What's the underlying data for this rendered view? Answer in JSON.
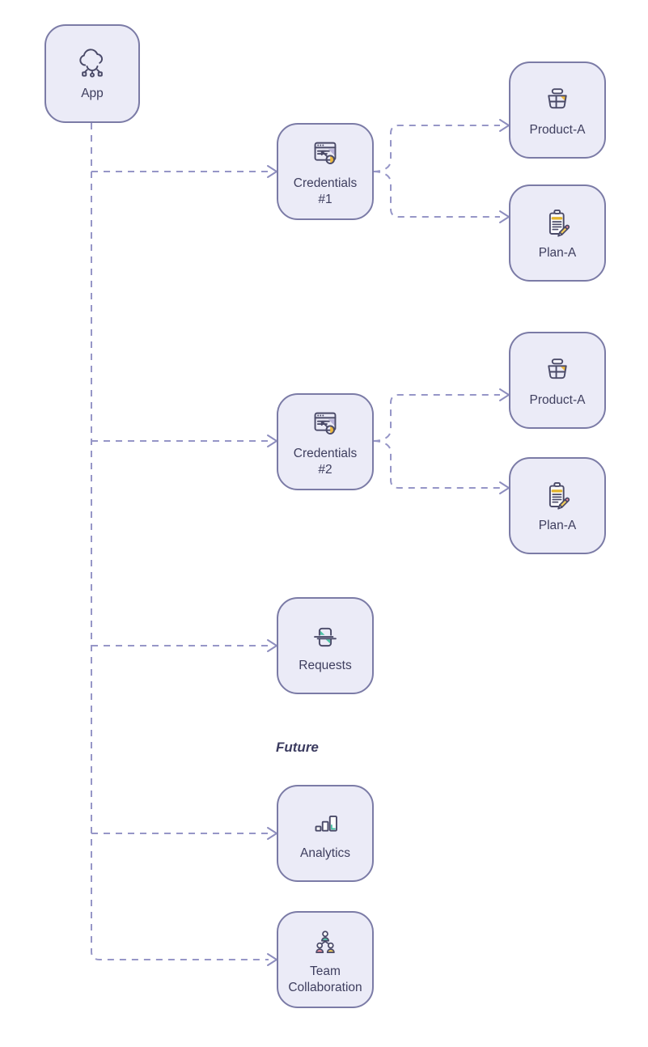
{
  "nodes": {
    "app": {
      "label": "App",
      "icon": "cloud-network-icon"
    },
    "credentials1": {
      "label": "Credentials #1",
      "icon": "browser-key-icon"
    },
    "productA1": {
      "label": "Product-A",
      "icon": "shopping-basket-icon"
    },
    "planA1": {
      "label": "Plan-A",
      "icon": "clipboard-pencil-icon"
    },
    "credentials2": {
      "label": "Credentials #2",
      "icon": "browser-key-icon"
    },
    "productA2": {
      "label": "Product-A",
      "icon": "shopping-basket-icon"
    },
    "planA2": {
      "label": "Plan-A",
      "icon": "clipboard-pencil-icon"
    },
    "requests": {
      "label": "Requests",
      "icon": "sync-exchange-icon"
    },
    "analytics": {
      "label": "Analytics",
      "icon": "bar-chart-icon"
    },
    "team": {
      "label": "Team Collaboration",
      "icon": "team-org-icon"
    }
  },
  "annotations": {
    "future_label": "Future"
  },
  "edges": [
    {
      "from": "App",
      "to": "Credentials #1",
      "style": "dashed-arrow"
    },
    {
      "from": "App",
      "to": "Credentials #2",
      "style": "dashed-arrow"
    },
    {
      "from": "App",
      "to": "Requests",
      "style": "dashed-arrow"
    },
    {
      "from": "App",
      "to": "Analytics",
      "style": "dashed-arrow"
    },
    {
      "from": "App",
      "to": "Team Collaboration",
      "style": "dashed-arrow"
    },
    {
      "from": "Credentials #1",
      "to": "Product-A",
      "style": "dashed-arrow"
    },
    {
      "from": "Credentials #1",
      "to": "Plan-A",
      "style": "dashed-arrow"
    },
    {
      "from": "Credentials #2",
      "to": "Product-A",
      "style": "dashed-arrow"
    },
    {
      "from": "Credentials #2",
      "to": "Plan-A",
      "style": "dashed-arrow"
    }
  ],
  "colors": {
    "node_fill": "#ebebf7",
    "node_border": "#7b7ba6",
    "label_text": "#3e3e5e",
    "edge_dash": "#9696c7",
    "icon_stroke": "#4a4a68",
    "accent_yellow": "#ecb73c",
    "accent_teal": "#4cc3a5",
    "accent_pink": "#f0949f",
    "accent_lavender": "#c9c3e8"
  }
}
